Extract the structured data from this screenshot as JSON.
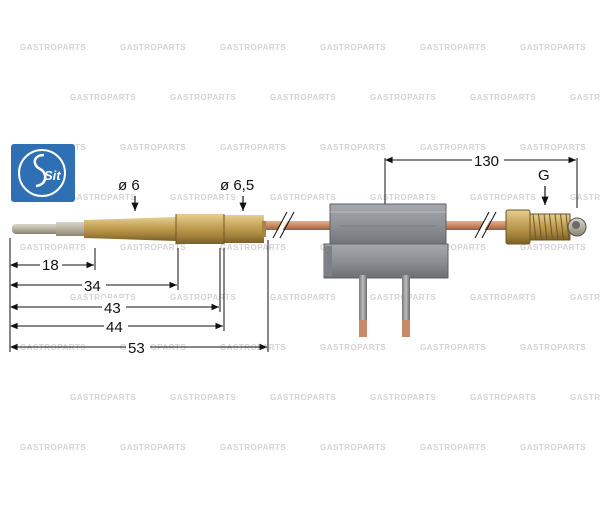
{
  "logo": {
    "text": "Sit",
    "color": "#2f6fb4"
  },
  "watermark": {
    "text": "GASTROPARTS"
  },
  "labels": {
    "diameter_tip": "ø 6",
    "diameter_body": "ø 6,5",
    "thread": "G"
  },
  "dimensions": {
    "d18": "18",
    "d34": "34",
    "d43": "43",
    "d44": "44",
    "d53": "53",
    "d130": "130"
  },
  "colors": {
    "brass": "#c2a35a",
    "copper": "#c98a64",
    "housing": "#8e9296",
    "line": "#111111",
    "background": "#ffffff"
  }
}
